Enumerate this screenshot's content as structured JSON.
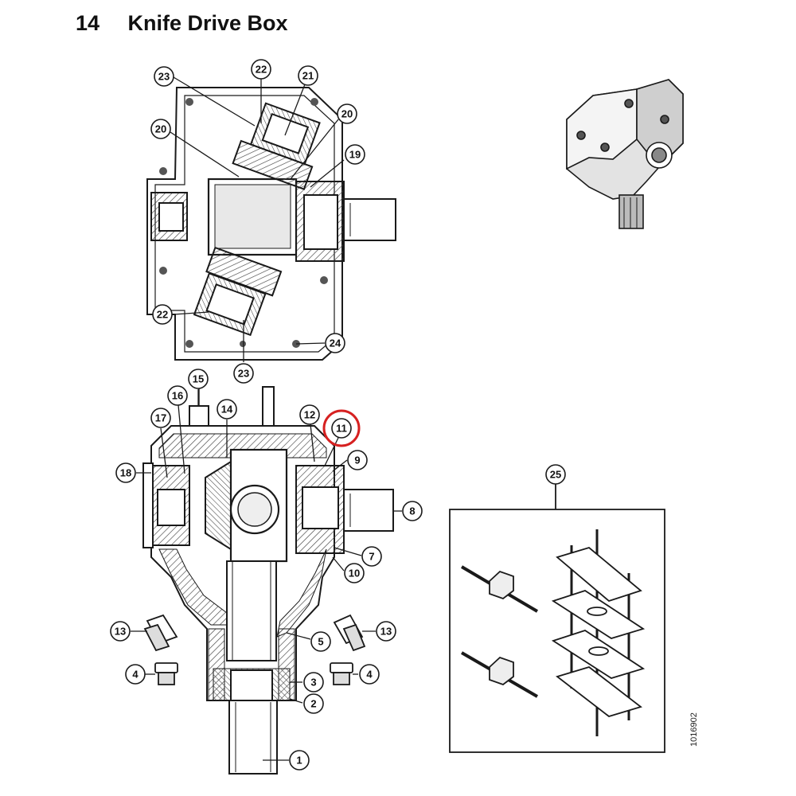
{
  "header": {
    "section_number": "14",
    "title": "Knife Drive Box"
  },
  "figure_id": "1016902",
  "callouts": {
    "top": [
      "23",
      "22",
      "21",
      "20",
      "20",
      "19",
      "22",
      "24",
      "23"
    ],
    "bottom": [
      "15",
      "16",
      "14",
      "17",
      "12",
      "11",
      "9",
      "18",
      "8",
      "7",
      "10",
      "13",
      "13",
      "5",
      "4",
      "4",
      "3",
      "2",
      "1"
    ],
    "kit": "25"
  },
  "highlight": {
    "callout": "11",
    "color": "#d62020"
  },
  "colors": {
    "line": "#1a1a1a",
    "hatch": "#555555",
    "fill": "#ffffff",
    "shade": "#dcdcdc"
  }
}
